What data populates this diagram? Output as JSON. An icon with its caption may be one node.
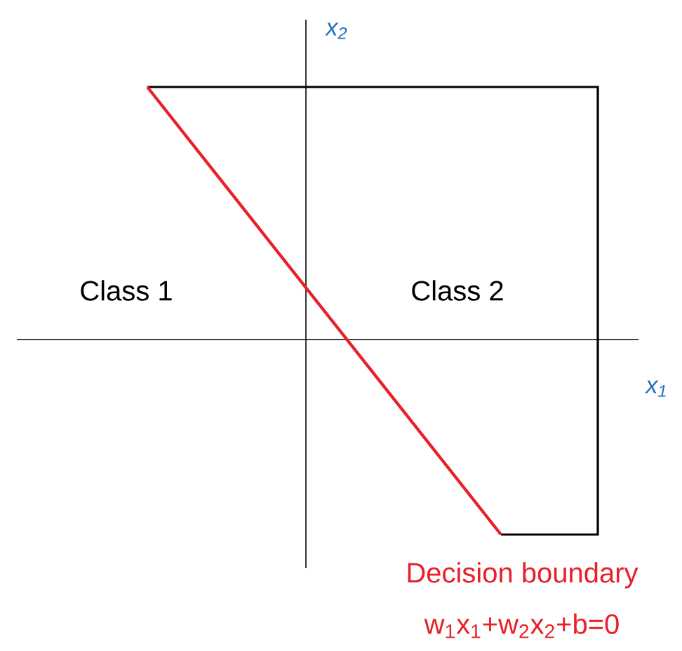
{
  "diagram": {
    "labels": [
      "x$_{2}$",
      "Class 1",
      "Class 2",
      "x$_{1}$",
      "Decision boundary",
      "w$_{1}$x$_{1}$+w$_{2}$x$_{2}$+b=0"
    ]
  }
}
